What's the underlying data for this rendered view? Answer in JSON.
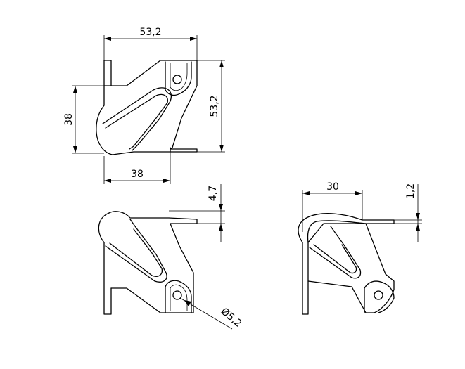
{
  "dimensions": {
    "top_width": "53,2",
    "top_height_left": "38",
    "top_height_right": "53,2",
    "top_bottom_width": "38",
    "thickness_left": "4,7",
    "hole_diameter": "Ø5,2",
    "right_width": "30",
    "right_thickness": "1,2"
  }
}
